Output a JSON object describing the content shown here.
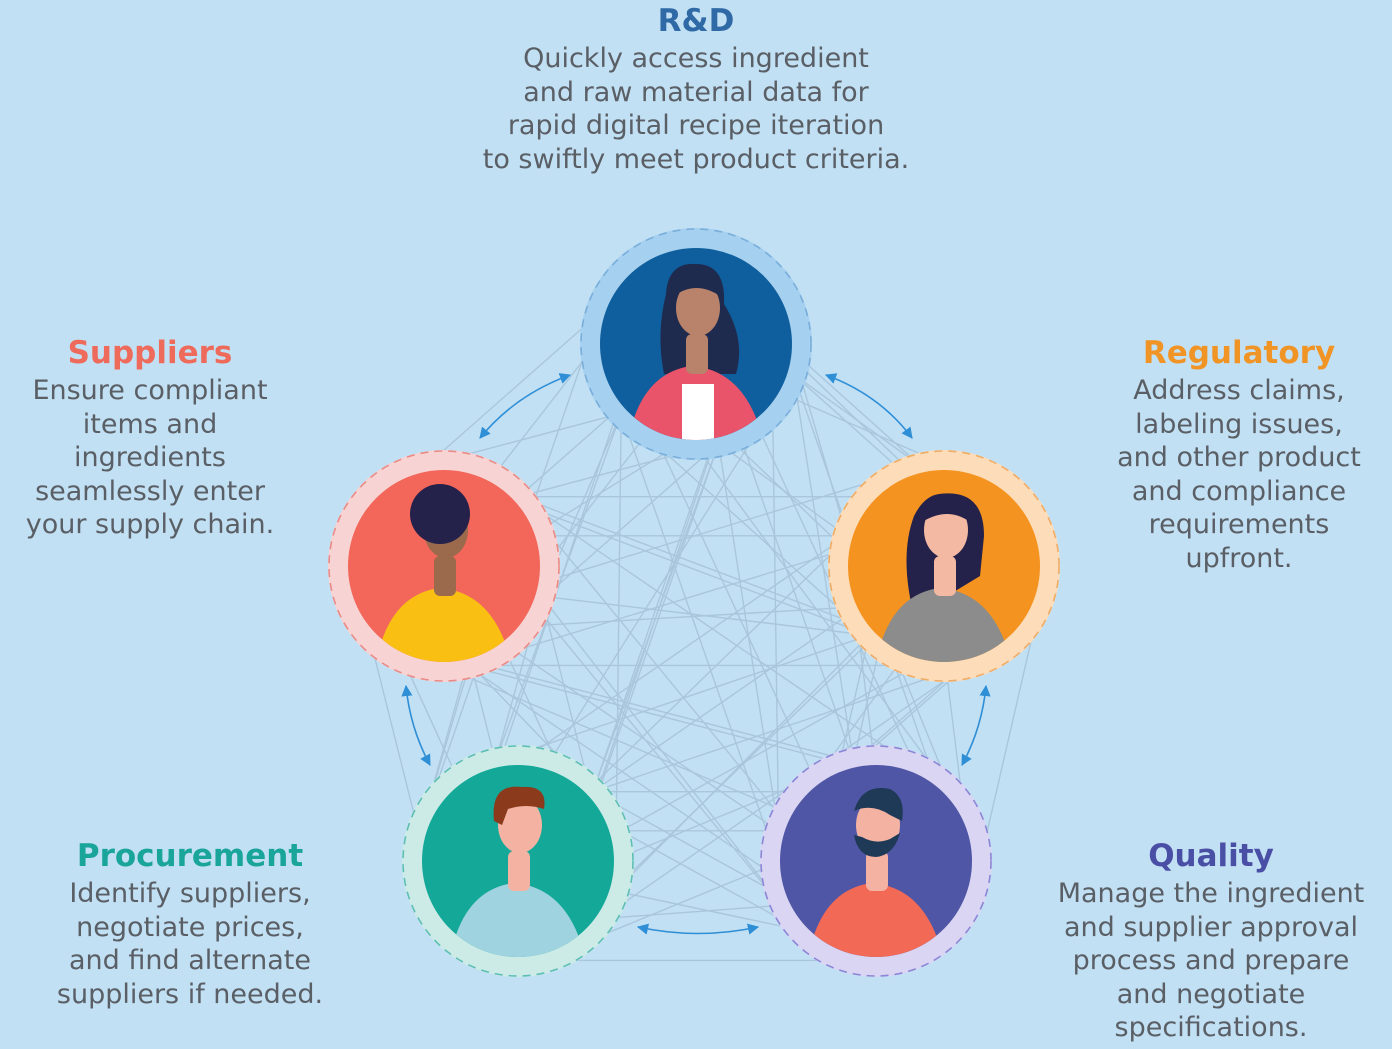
{
  "colors": {
    "background": "#c2e0f4",
    "body_text": "#5a5f66",
    "connector_lines": "#a9c6dc",
    "arrows": "#2f8fd6"
  },
  "roles": [
    {
      "id": "rnd",
      "title": "R&D",
      "title_color": "#2f6aa6",
      "body_lines": [
        "Quickly access ingredient",
        "and raw material data for",
        "rapid digital recipe iteration",
        "to swiftly meet product criteria."
      ],
      "ring_color": "#a6d0ef",
      "dash_color": "#79aedb",
      "avatar_bg": "#0f5f9e",
      "icon": "woman-long-hair-avatar-icon"
    },
    {
      "id": "suppliers",
      "title": "Suppliers",
      "title_color": "#ee6a5b",
      "body_lines": [
        "Ensure compliant",
        "items and",
        "ingredients",
        "seamlessly enter",
        "your supply chain."
      ],
      "ring_color": "#f8d3d3",
      "dash_color": "#e98b86",
      "avatar_bg": "#f2675a",
      "icon": "man-afro-avatar-icon"
    },
    {
      "id": "regulatory",
      "title": "Regulatory",
      "title_color": "#f19426",
      "body_lines": [
        "Address claims,",
        "labeling issues,",
        "and other product",
        "and compliance",
        "requirements",
        "upfront."
      ],
      "ring_color": "#fcdcb9",
      "dash_color": "#efac66",
      "avatar_bg": "#f4931f",
      "icon": "woman-gray-top-avatar-icon"
    },
    {
      "id": "procurement",
      "title": "Procurement",
      "title_color": "#1aa59a",
      "body_lines": [
        "Identify suppliers,",
        "negotiate prices,",
        "and find alternate",
        "suppliers if needed."
      ],
      "ring_color": "#cdebe6",
      "dash_color": "#5dbfb4",
      "avatar_bg": "#14a899",
      "icon": "man-brown-hair-avatar-icon"
    },
    {
      "id": "quality",
      "title": "Quality",
      "title_color": "#4a4fa6",
      "body_lines": [
        "Manage the ingredient",
        "and supplier approval",
        "process and prepare",
        "and negotiate",
        "specifications."
      ],
      "ring_color": "#d9d5f3",
      "dash_color": "#8b86d6",
      "avatar_bg": "#5056a6",
      "icon": "man-beard-avatar-icon"
    }
  ]
}
